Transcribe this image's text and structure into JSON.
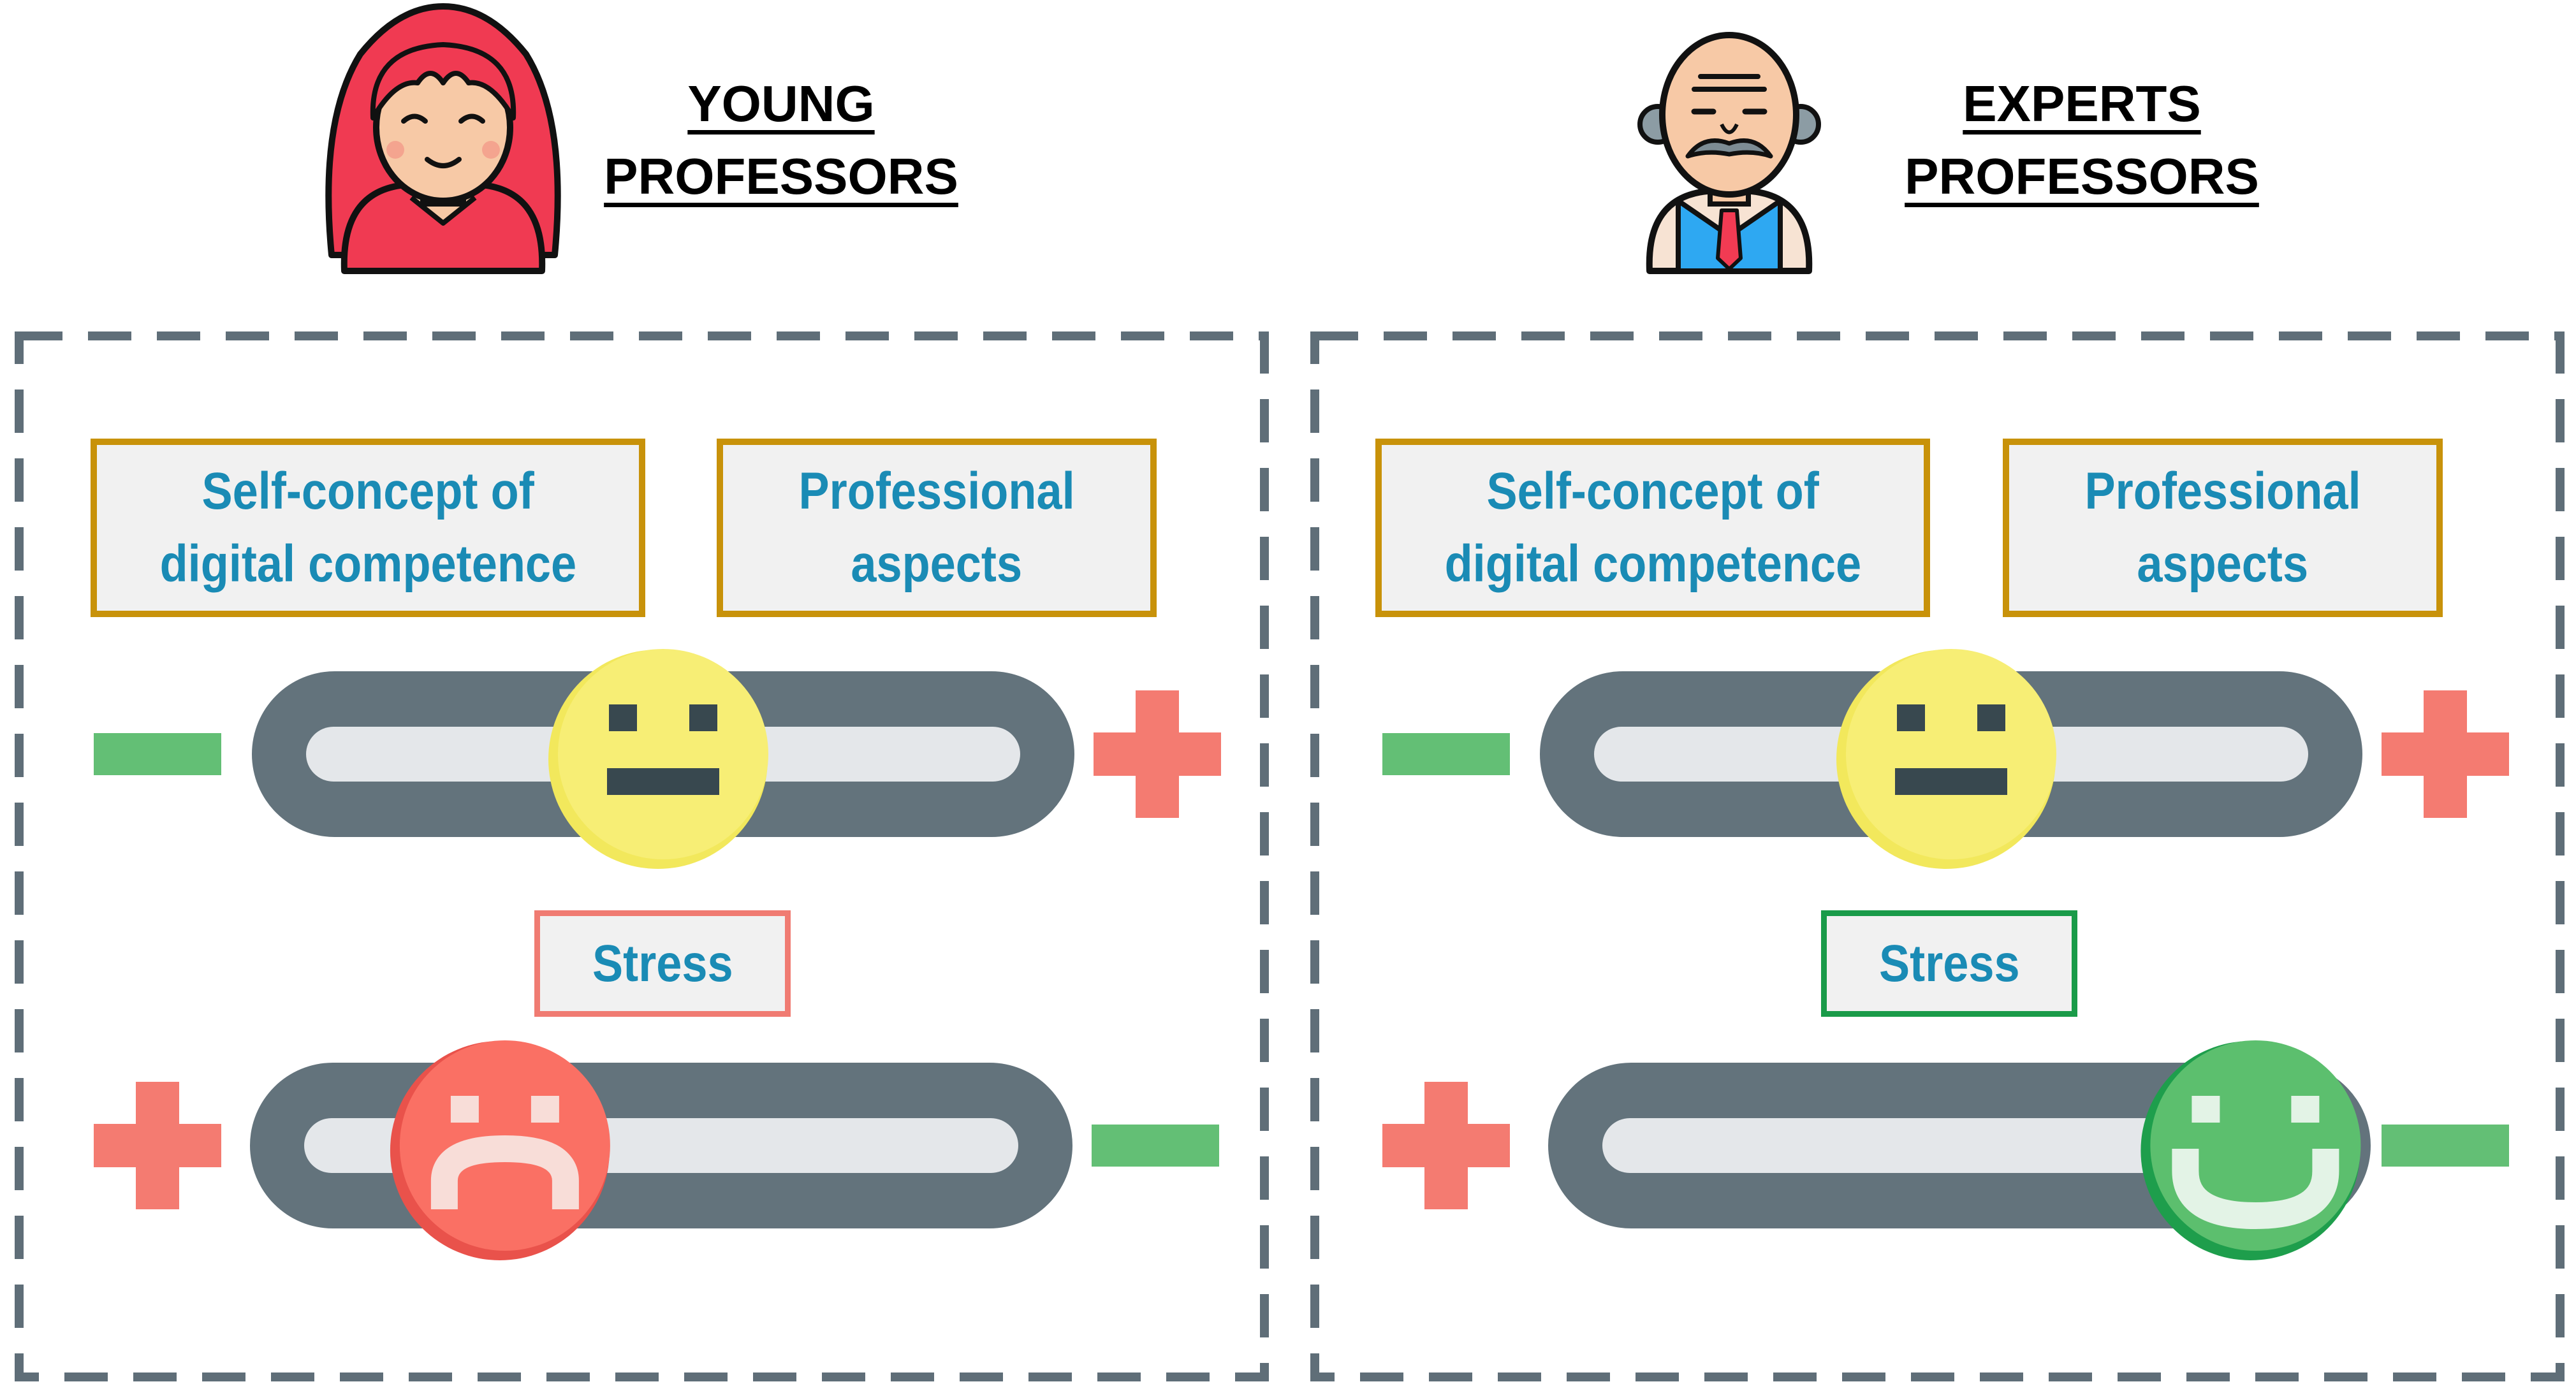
{
  "groups": [
    {
      "id": "young",
      "title_lines": [
        "YOUNG",
        "PROFESSORS"
      ],
      "avatar": "young-woman-professor-icon",
      "factors": {
        "left_label_lines": [
          "Self-concept of",
          "digital competence"
        ],
        "right_label_lines": [
          "Professional",
          "aspects"
        ],
        "left_end": "minus-icon",
        "right_end": "plus-icon",
        "position": 0.5,
        "face": "neutral-face-icon",
        "face_color": "#F7EE75"
      },
      "stress": {
        "label": "Stress",
        "box_color": "#F07B72",
        "left_end": "plus-icon",
        "right_end": "minus-icon",
        "position": 0.31,
        "face": "sad-face-icon",
        "face_color": "#FA7064"
      }
    },
    {
      "id": "experts",
      "title_lines": [
        "EXPERTS",
        "PROFESSORS"
      ],
      "avatar": "older-man-professor-icon",
      "factors": {
        "left_label_lines": [
          "Self-concept of",
          "digital competence"
        ],
        "right_label_lines": [
          "Professional",
          "aspects"
        ],
        "left_end": "minus-icon",
        "right_end": "plus-icon",
        "position": 0.5,
        "face": "neutral-face-icon",
        "face_color": "#F7EE75"
      },
      "stress": {
        "label": "Stress",
        "box_color": "#1A9B49",
        "left_end": "plus-icon",
        "right_end": "minus-icon",
        "position": 0.86,
        "face": "happy-face-icon",
        "face_color": "#5CBF6E"
      }
    }
  ],
  "colors": {
    "label_text": "#1A8BB5",
    "factor_border": "#C8920A",
    "panel_border": "#5F6E78",
    "track_outer": "#63737C",
    "track_inner": "#E4E7EA",
    "plus": "#F47B71",
    "minus": "#63BF75",
    "face_features": "#38484F"
  }
}
